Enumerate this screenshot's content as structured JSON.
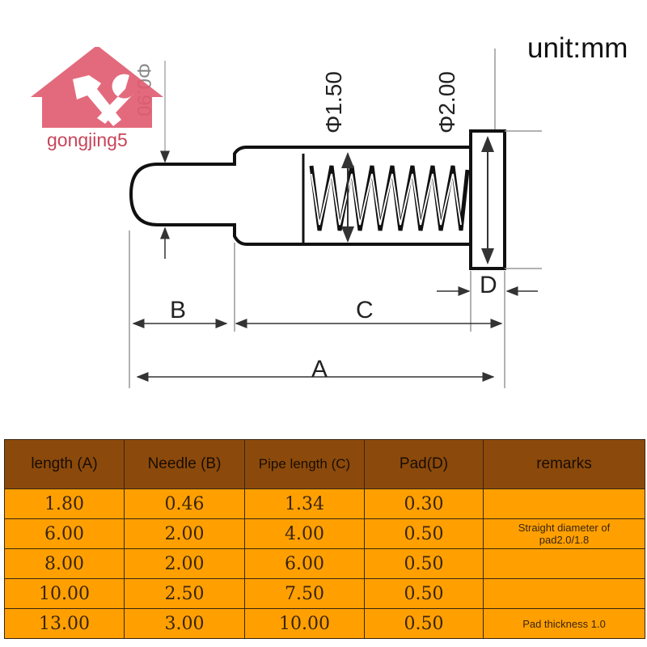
{
  "unit_label": "unit:mm",
  "watermark": "gongjing5",
  "dimensions": {
    "needle_diameter": "Φ0.90",
    "pipe_diameter": "Φ1.50",
    "pad_diameter": "Φ2.00",
    "label_a": "A",
    "label_b": "B",
    "label_c": "C",
    "label_d": "D"
  },
  "table": {
    "headers": [
      "length (A)",
      "Needle (B)",
      "Pipe length (C)",
      "Pad(D)",
      "remarks"
    ],
    "rows": [
      [
        "1.80",
        "0.46",
        "1.34",
        "0.30",
        ""
      ],
      [
        "6.00",
        "2.00",
        "4.00",
        "0.50",
        "Straight diameter of pad2.0/1.8"
      ],
      [
        "8.00",
        "2.00",
        "6.00",
        "0.50",
        ""
      ],
      [
        "10.00",
        "2.50",
        "7.50",
        "0.50",
        ""
      ],
      [
        "13.00",
        "3.00",
        "10.00",
        "0.50",
        "Pad thickness 1.0"
      ]
    ]
  },
  "colors": {
    "header": "#8b4a0c",
    "cell": "#ffa000",
    "logo": "#e05a6e"
  }
}
